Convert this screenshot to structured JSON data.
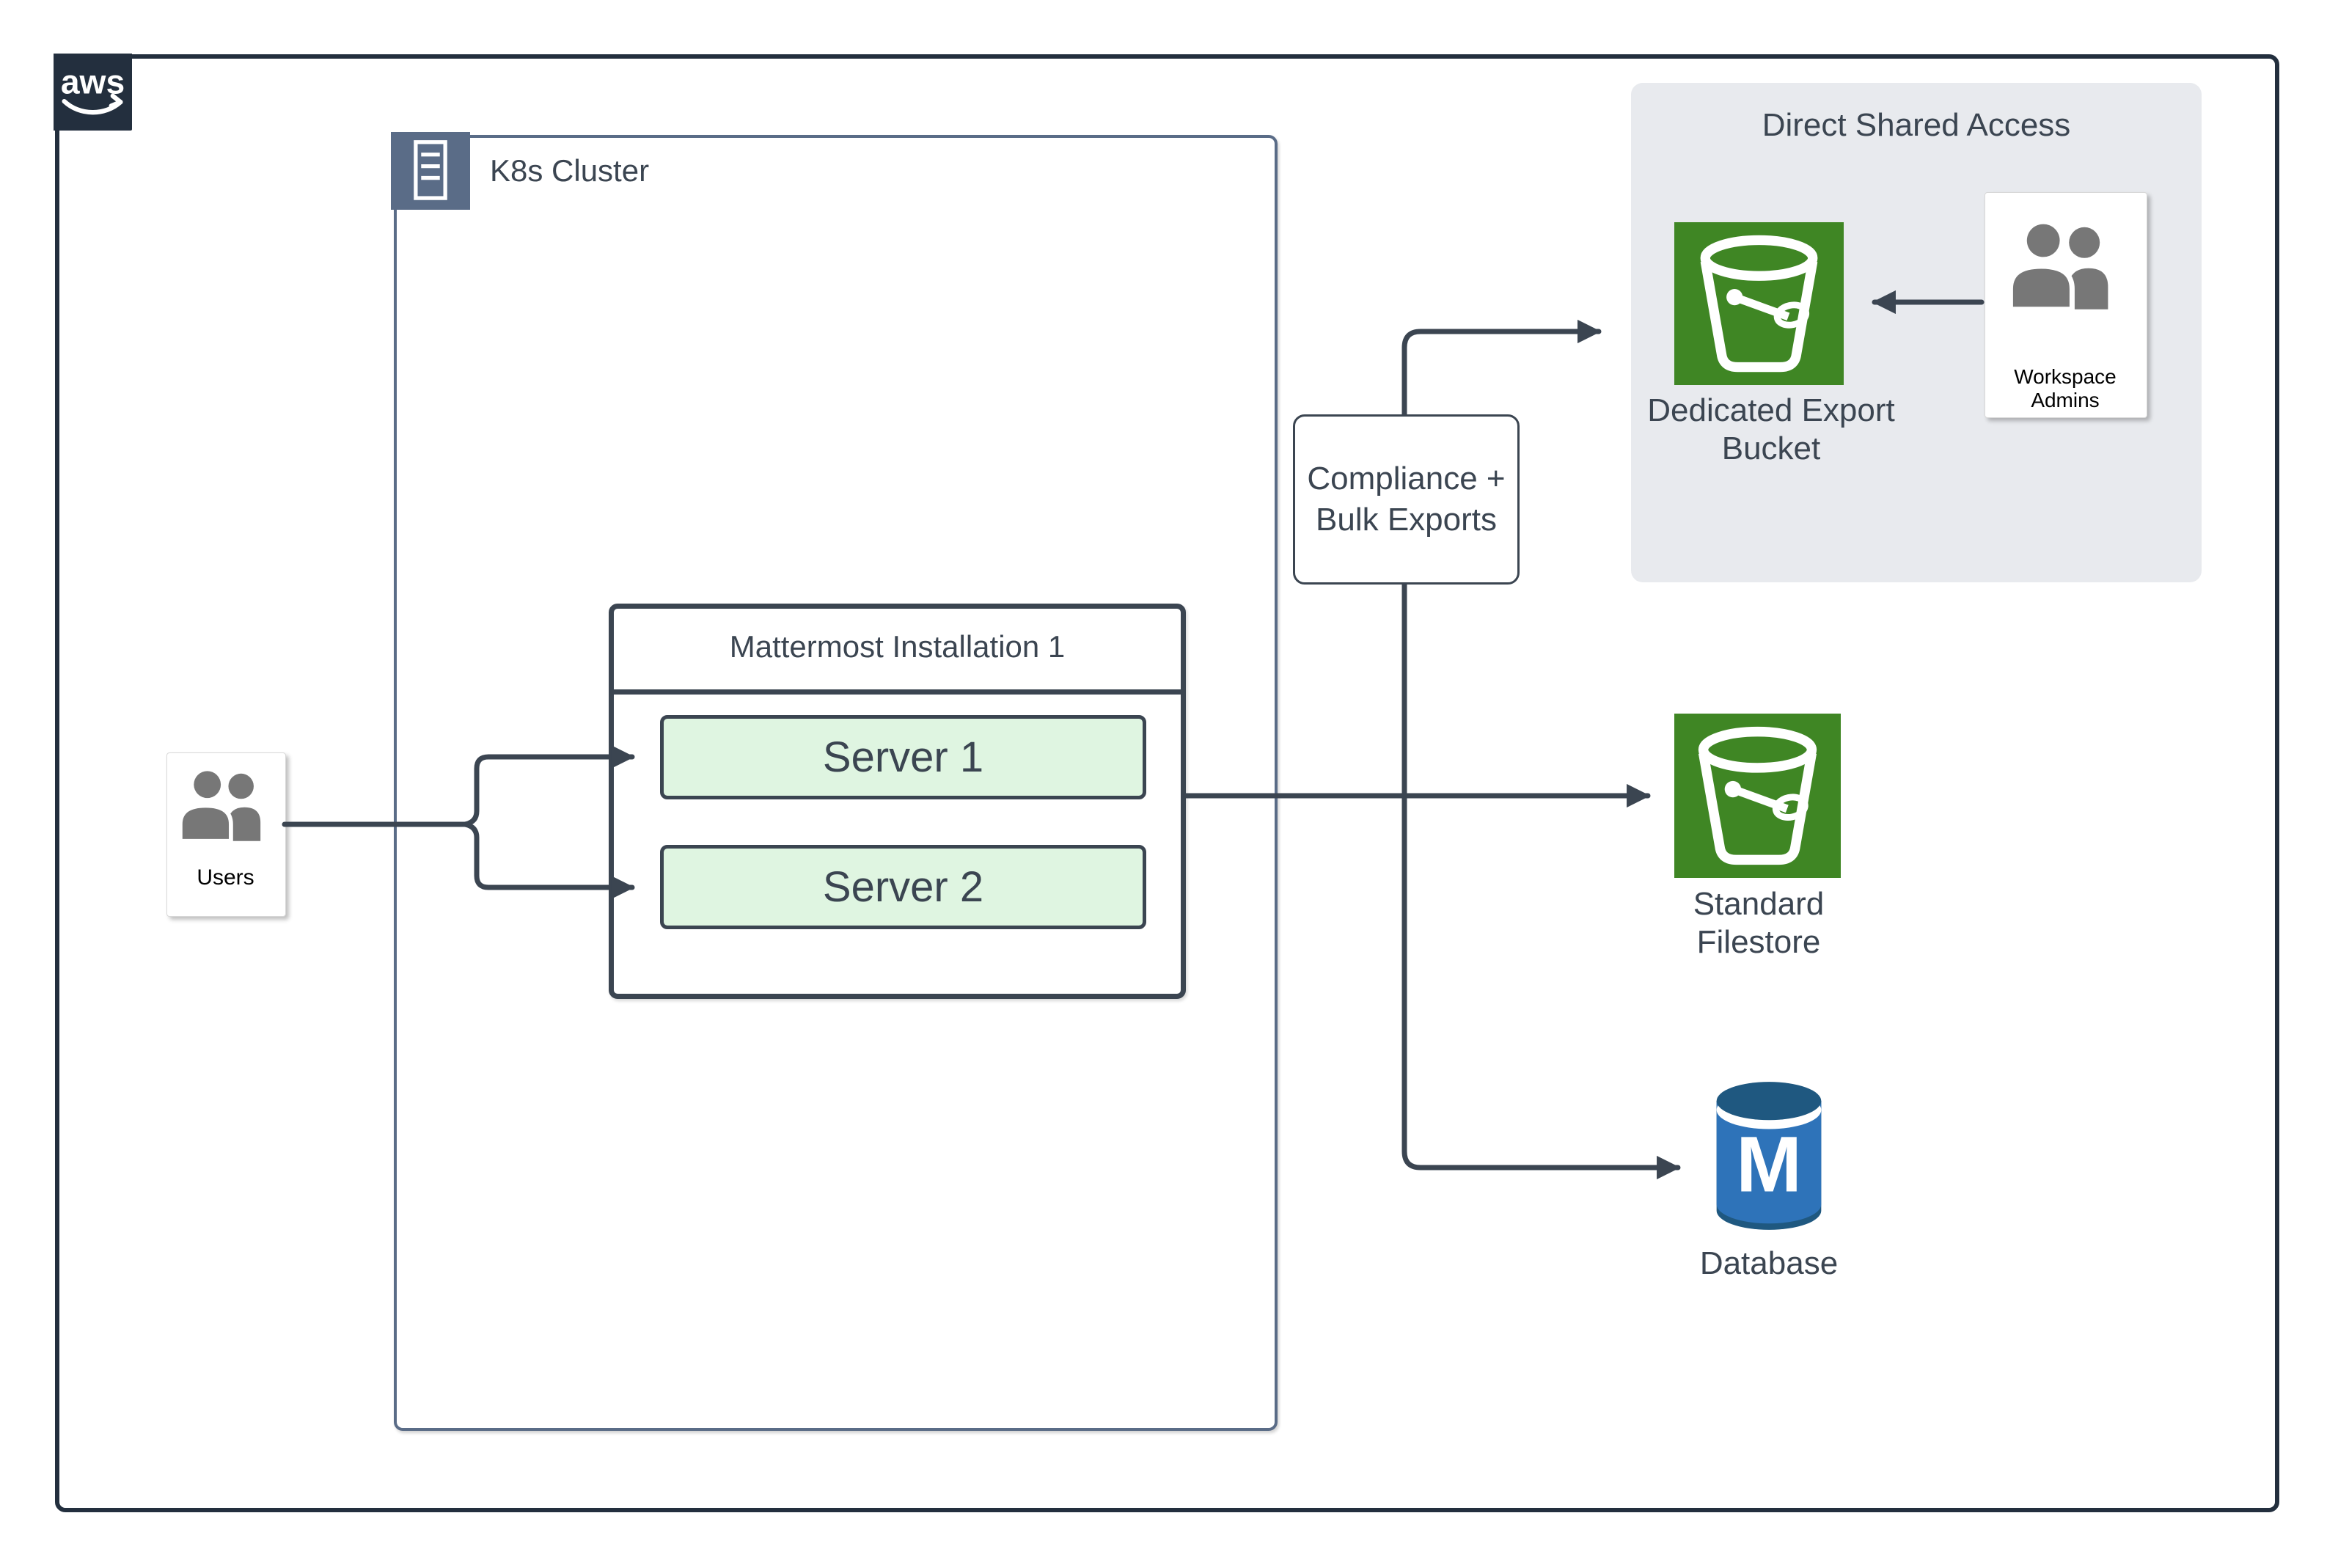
{
  "aws_logo": {
    "text": "aws"
  },
  "k8s_cluster": {
    "label": "K8s Cluster"
  },
  "mattermost": {
    "title": "Mattermost Installation 1",
    "servers": [
      {
        "label": "Server 1"
      },
      {
        "label": "Server 2"
      }
    ]
  },
  "users": {
    "label": "Users"
  },
  "compliance": {
    "line1": "Compliance +",
    "line2": "Bulk Exports"
  },
  "shared_access": {
    "title": "Direct Shared Access",
    "dedicated_bucket": {
      "line1": "Dedicated Export",
      "line2": "Bucket"
    },
    "workspace_admins": {
      "label": "Workspace Admins"
    }
  },
  "filestore": {
    "line1": "Standard",
    "line2": "Filestore"
  },
  "database": {
    "label": "Database",
    "monogram": "M"
  },
  "colors": {
    "aws_dark_navy": "#232F3E",
    "k8s_slate_blue": "#5A6C87",
    "connector_dark": "#3B4551",
    "server_fill_green": "#DFF5E1",
    "s3_bucket_green": "#3F8624",
    "database_blue": "#2E73B9",
    "database_blue_dark": "#1F5880",
    "panel_gray": "#E8EAEE",
    "person_icon_gray": "#777777"
  }
}
